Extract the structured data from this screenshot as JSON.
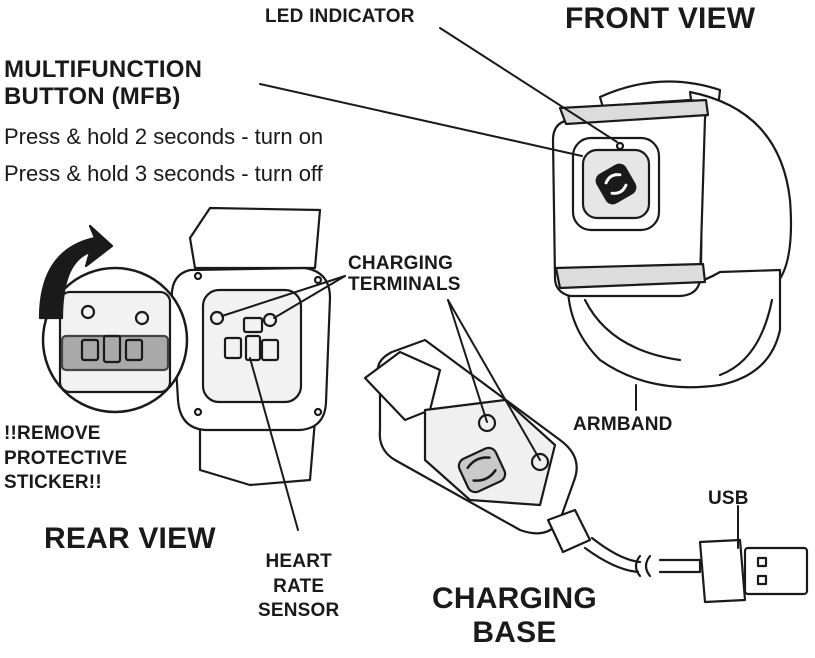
{
  "views": {
    "front": "FRONT VIEW",
    "rear": "REAR VIEW",
    "charging_base": [
      "CHARGING",
      "BASE"
    ]
  },
  "callouts": {
    "led": "LED INDICATOR",
    "mfb": [
      "MULTIFUNCTION",
      "BUTTON (MFB)"
    ],
    "mfb_on": "Press & hold 2 seconds - turn on",
    "mfb_off": "Press & hold 3 seconds - turn off",
    "charging_terminals": [
      "CHARGING",
      "TERMINALS"
    ],
    "armband": "ARMBAND",
    "usb": "USB",
    "sticker": [
      "!!REMOVE",
      "PROTECTIVE",
      "STICKER!!"
    ],
    "heart_rate_sensor": [
      "HEART",
      "RATE",
      "SENSOR"
    ]
  },
  "colors": {
    "ink": "#1a1a1a",
    "shade": "#c9c9c9",
    "sticker": "#a9a9a9"
  }
}
